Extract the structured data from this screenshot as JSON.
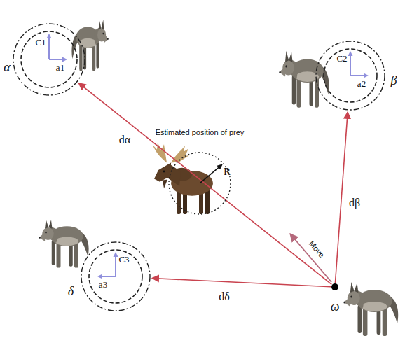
{
  "diagram": {
    "nodes": [
      {
        "text": [
          "α",
          "C1",
          "a1"
        ]
      },
      {
        "text": [
          "β",
          "C2",
          "a2"
        ]
      },
      {
        "text": [
          "Estimated position of prey",
          "R"
        ]
      },
      {
        "text": [
          "δ",
          "C3",
          "a3"
        ]
      },
      {
        "text": [
          "ω"
        ]
      }
    ],
    "edges": [
      {
        "from": 4,
        "to": 0,
        "arrow": "to",
        "label": "dα"
      },
      {
        "from": 4,
        "to": 1,
        "arrow": "to",
        "label": "dβ"
      },
      {
        "from": 4,
        "to": 3,
        "arrow": "to",
        "label": "dδ"
      }
    ],
    "labels": [
      "Move"
    ]
  }
}
